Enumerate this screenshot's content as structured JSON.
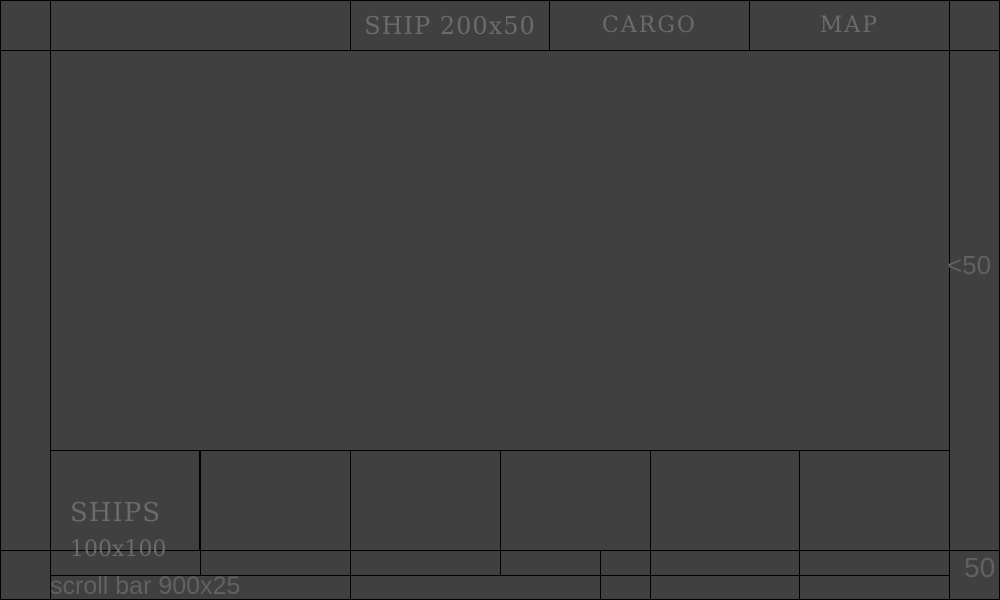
{
  "header": {
    "tabs": [
      {
        "id": "ship",
        "label": "SHIP 200x50"
      },
      {
        "id": "cargo",
        "label": "CARGO"
      },
      {
        "id": "map",
        "label": "MAP"
      }
    ]
  },
  "right_edge": {
    "label": "<50"
  },
  "ships_panel": {
    "title": "SHIPS",
    "size": "100x100"
  },
  "scrollbar": {
    "label": "scroll bar 900x25"
  },
  "corner": {
    "label": "50"
  },
  "colors": {
    "background": "#404040",
    "border": "#000000",
    "label_text": "#6b6b6b"
  }
}
